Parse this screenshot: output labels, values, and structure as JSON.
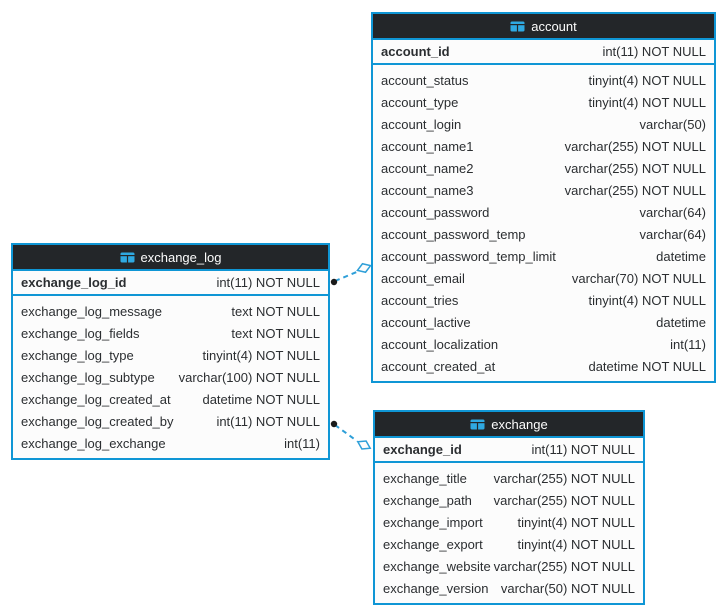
{
  "diagram": {
    "tables": [
      {
        "name": "account",
        "icon": "table-icon",
        "primary_key": {
          "name": "account_id",
          "type": "int(11) NOT NULL"
        },
        "columns": [
          {
            "name": "account_status",
            "type": "tinyint(4) NOT NULL"
          },
          {
            "name": "account_type",
            "type": "tinyint(4) NOT NULL"
          },
          {
            "name": "account_login",
            "type": "varchar(50)"
          },
          {
            "name": "account_name1",
            "type": "varchar(255) NOT NULL"
          },
          {
            "name": "account_name2",
            "type": "varchar(255) NOT NULL"
          },
          {
            "name": "account_name3",
            "type": "varchar(255) NOT NULL"
          },
          {
            "name": "account_password",
            "type": "varchar(64)"
          },
          {
            "name": "account_password_temp",
            "type": "varchar(64)"
          },
          {
            "name": "account_password_temp_limit",
            "type": "datetime"
          },
          {
            "name": "account_email",
            "type": "varchar(70) NOT NULL"
          },
          {
            "name": "account_tries",
            "type": "tinyint(4) NOT NULL"
          },
          {
            "name": "account_lactive",
            "type": "datetime"
          },
          {
            "name": "account_localization",
            "type": "int(11)"
          },
          {
            "name": "account_created_at",
            "type": "datetime NOT NULL"
          }
        ]
      },
      {
        "name": "exchange_log",
        "icon": "table-icon",
        "primary_key": {
          "name": "exchange_log_id",
          "type": "int(11) NOT NULL"
        },
        "columns": [
          {
            "name": "exchange_log_message",
            "type": "text NOT NULL"
          },
          {
            "name": "exchange_log_fields",
            "type": "text NOT NULL"
          },
          {
            "name": "exchange_log_type",
            "type": "tinyint(4) NOT NULL"
          },
          {
            "name": "exchange_log_subtype",
            "type": "varchar(100) NOT NULL"
          },
          {
            "name": "exchange_log_created_at",
            "type": "datetime NOT NULL"
          },
          {
            "name": "exchange_log_created_by",
            "type": "int(11) NOT NULL"
          },
          {
            "name": "exchange_log_exchange",
            "type": "int(11)"
          }
        ]
      },
      {
        "name": "exchange",
        "icon": "table-icon",
        "primary_key": {
          "name": "exchange_id",
          "type": "int(11) NOT NULL"
        },
        "columns": [
          {
            "name": "exchange_title",
            "type": "varchar(255) NOT NULL"
          },
          {
            "name": "exchange_path",
            "type": "varchar(255) NOT NULL"
          },
          {
            "name": "exchange_import",
            "type": "tinyint(4) NOT NULL"
          },
          {
            "name": "exchange_export",
            "type": "tinyint(4) NOT NULL"
          },
          {
            "name": "exchange_website",
            "type": "varchar(255) NOT NULL"
          },
          {
            "name": "exchange_version",
            "type": "varchar(50) NOT NULL"
          }
        ]
      }
    ],
    "relationships": [
      {
        "from": "exchange_log",
        "to": "account"
      },
      {
        "from": "exchange_log",
        "to": "exchange"
      }
    ],
    "colors": {
      "table_border": "#0f96d5",
      "header_bg": "#232629",
      "header_text": "#fcfcfc",
      "row_bg": "#fcfcfc",
      "row_text": "#2b2e31",
      "icon_blue": "#2fa9e1",
      "connector": "#2e9fd8",
      "connector_dot": "#1a1a1a"
    }
  }
}
